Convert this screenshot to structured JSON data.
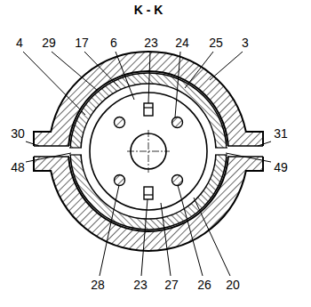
{
  "diagram": {
    "title": "K - K",
    "labels": [
      "4",
      "29",
      "17",
      "6",
      "23",
      "24",
      "25",
      "3",
      "30",
      "48",
      "31",
      "49",
      "28",
      "23",
      "27",
      "26",
      "20"
    ]
  }
}
